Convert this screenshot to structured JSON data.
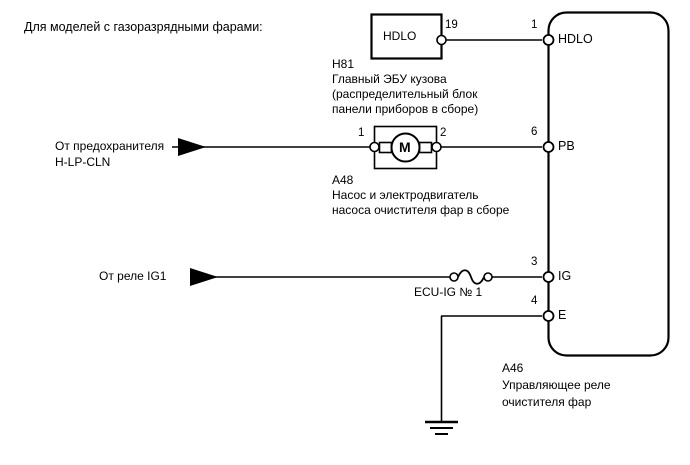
{
  "diagram": {
    "title": "Для моделей с газоразрядными фарами:",
    "components": {
      "body_ecu": {
        "box_label": "HDLO",
        "code": "H81",
        "desc_line1": "Главный ЭБУ кузова",
        "desc_line2": "(распределительный блок",
        "desc_line3": "панели приборов в сборе)",
        "pin": "19"
      },
      "washer_pump": {
        "symbol": "M",
        "code": "A48",
        "desc_line1": "Насос и электродвигатель",
        "desc_line2": "насоса очистителя фар в сборе",
        "pin_left": "1",
        "pin_right": "2"
      },
      "headlamp_cleaner_relay": {
        "code": "A46",
        "desc_line1": "Управляющее реле",
        "desc_line2": "очистителя фар",
        "terminals": [
          {
            "pin": "1",
            "name": "HDLO"
          },
          {
            "pin": "6",
            "name": "PB"
          },
          {
            "pin": "3",
            "name": "IG"
          },
          {
            "pin": "4",
            "name": "E"
          }
        ]
      },
      "fuse": {
        "label": "ECU-IG № 1"
      }
    },
    "sources": [
      {
        "line1": "От предохранителя",
        "line2": "H-LP-CLN"
      },
      {
        "line1": "От реле IG1",
        "line2": ""
      }
    ],
    "colors": {
      "line": "#000000",
      "background": "#ffffff",
      "text": "#000000"
    }
  }
}
